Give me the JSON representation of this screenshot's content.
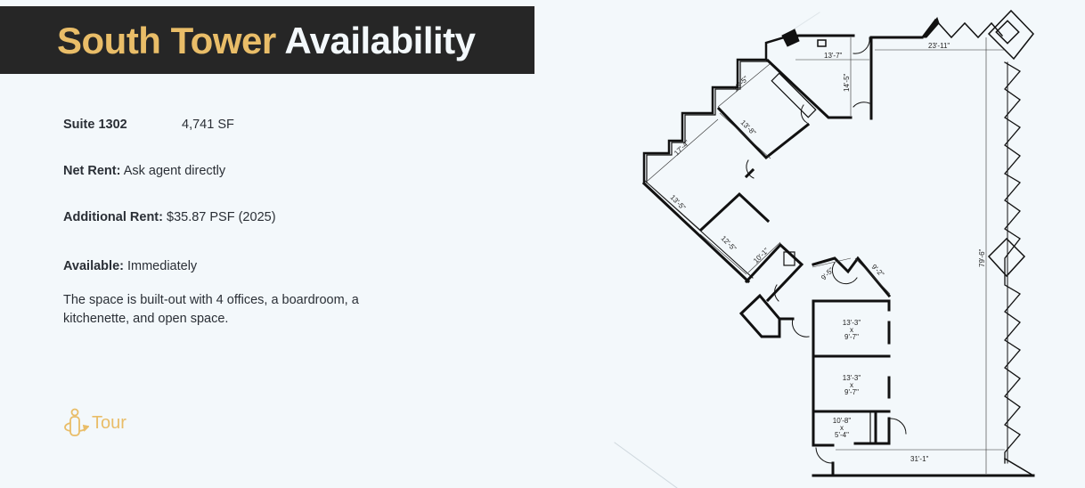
{
  "header": {
    "title_highlight": "South Tower",
    "title_rest": "Availability"
  },
  "suite": {
    "name": "Suite 1302",
    "area": "4,741 SF"
  },
  "net_rent": {
    "label": "Net Rent:",
    "value": "Ask agent directly"
  },
  "additional_rent": {
    "label": "Additional Rent:",
    "value": "$35.87 PSF (2025)"
  },
  "available": {
    "label": "Available:",
    "value": "Immediately"
  },
  "description": "The space is built-out with 4 offices, a boardroom, a kitchenette, and open space.",
  "tour": {
    "label": "Tour",
    "icon": "person-360-icon"
  },
  "floorplan": {
    "dims": [
      "13'-7\"",
      "23'-11\"",
      "14'-5\"",
      "13'-5\"",
      "13'-8\"",
      "17'-4\"",
      "13'-5\"",
      "12'-5\"",
      "10'-1\"",
      "9'-5\"",
      "9'-2\"",
      "79'-6\"",
      "31'-1\""
    ],
    "rooms": [
      {
        "w": "13'-3\"",
        "x": "x",
        "h": "9'-7\""
      },
      {
        "w": "13'-3\"",
        "x": "x",
        "h": "9'-7\""
      },
      {
        "w": "10'-8\"",
        "x": "x",
        "h": "5'-4\""
      }
    ]
  },
  "colors": {
    "gold": "#e9bd68",
    "dark": "#262626",
    "bg": "#f3f8fb"
  }
}
